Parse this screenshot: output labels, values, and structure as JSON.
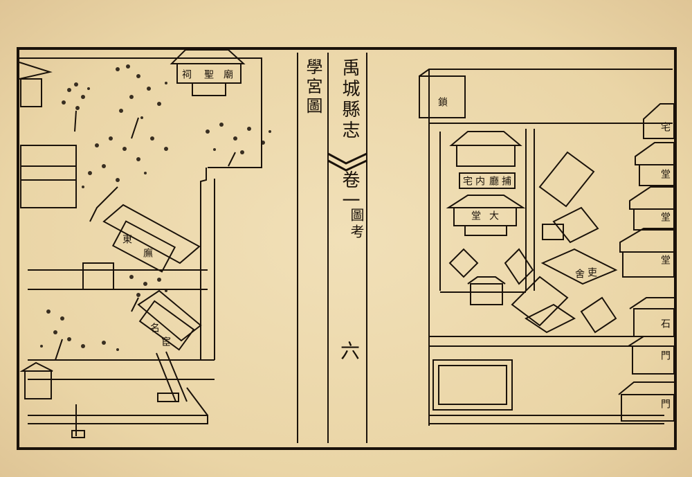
{
  "colors": {
    "paper": "#efdcb1",
    "ink": "#1a120a"
  },
  "center_column": {
    "section_title": "學宮圖",
    "book_title": "禹城縣志",
    "volume": "卷一",
    "category": "圖考",
    "page_number": "六"
  },
  "left_map": {
    "labels": {
      "shrine": "祠",
      "sage": "聖",
      "temple": "廟",
      "east": "東",
      "corridor": "廡",
      "famous": "名",
      "official": "宦"
    }
  },
  "right_map": {
    "labels": {
      "residence": "宅",
      "inner": "内",
      "hall": "廳",
      "back_hall": "捕",
      "grand": "大",
      "hall2": "堂",
      "clerk": "吏",
      "office": "舍",
      "gate_stone": "石",
      "gate": "門",
      "door": "門",
      "tall": "堂",
      "tall2": "堂",
      "chain": "鎖"
    }
  }
}
